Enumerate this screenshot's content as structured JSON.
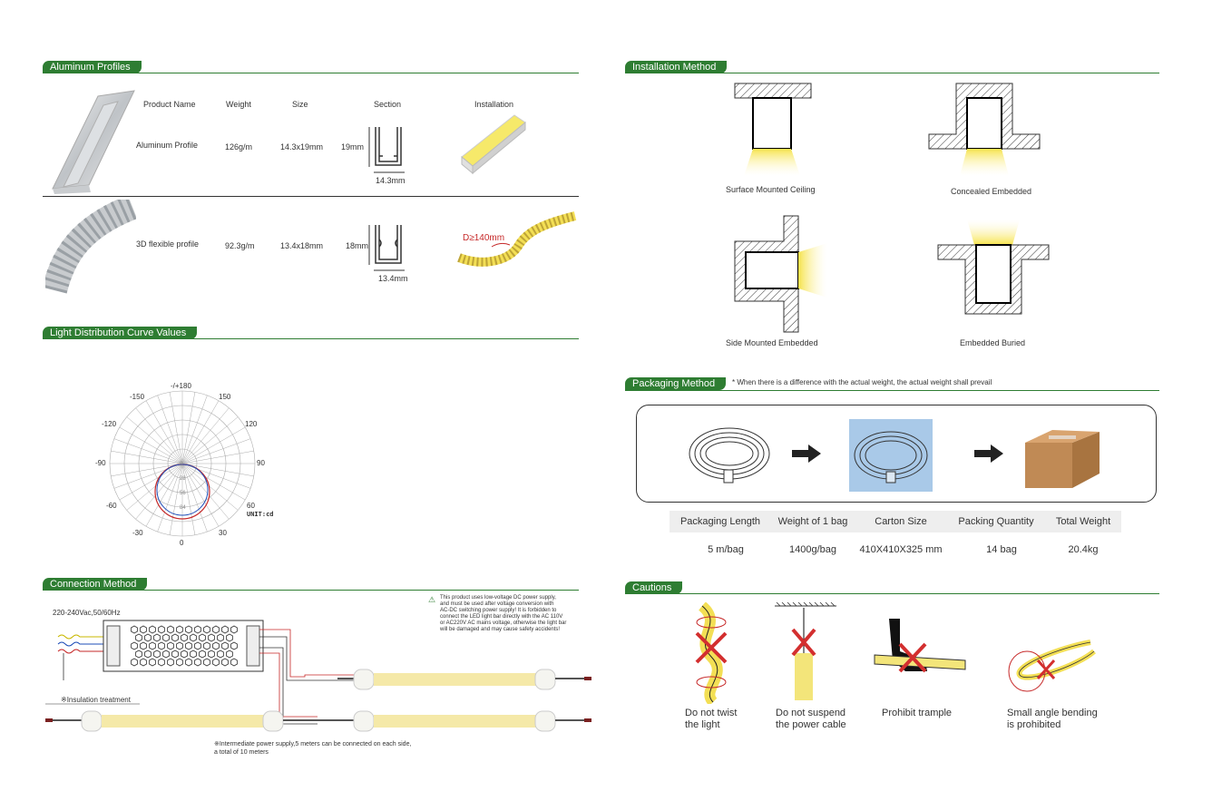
{
  "colors": {
    "accent": "#2e7d32",
    "led_yellow": "#f5e9a8",
    "warning_red": "#d32f2f"
  },
  "aluminum": {
    "title": "Aluminum Profiles",
    "headers": [
      "Product Name",
      "Weight",
      "Size",
      "Section",
      "Installation"
    ],
    "rows": [
      {
        "name": "Aluminum Profile",
        "weight": "126g/m",
        "size": "14.3x19mm",
        "height": "19mm",
        "width": "14.3mm"
      },
      {
        "name": "3D flexible profile",
        "weight": "92.3g/m",
        "size": "13.4x18mm",
        "height": "18mm",
        "width": "13.4mm",
        "bend": "D≥140mm"
      }
    ]
  },
  "light": {
    "title": "Light Distribution Curve Values",
    "angles": [
      "-/+180",
      "150",
      "-150",
      "120",
      "-120",
      "90",
      "-90",
      "60",
      "-60",
      "30",
      "-30",
      "0"
    ],
    "unit": "UNIT:cd",
    "rings": [
      "0",
      "28",
      "56",
      "84"
    ]
  },
  "connection": {
    "title": "Connection Method",
    "voltage": "220-240Vac,50/60Hz",
    "warning": [
      "This product uses low-voltage DC power supply,",
      "and must be used after voltage conversion with",
      "AC-DC switching power supply! It is forbidden to",
      "connect the LED light bar directly with the AC 110V",
      "or AC220V AC mains voltage, otherwise the light bar",
      "will be damaged and may cause safety accidents!"
    ],
    "insulation": "※Insulation treatment",
    "note": [
      "※Intermediate power supply,5 meters can be connected on each side,",
      "a total of 10 meters"
    ]
  },
  "installation": {
    "title": "Installation Method",
    "methods": [
      "Surface Mounted Ceiling",
      "Concealed Embedded",
      "Side Mounted Embedded",
      "Embedded Buried"
    ]
  },
  "packaging": {
    "title": "Packaging Method",
    "note": "* When there is a difference with the actual weight, the actual weight shall prevail",
    "headers": [
      "Packaging Length",
      "Weight of 1 bag",
      "Carton Size",
      "Packing Quantity",
      "Total Weight"
    ],
    "values": [
      "5 m/bag",
      "1400g/bag",
      "410X410X325 mm",
      "14 bag",
      "20.4kg"
    ]
  },
  "cautions": {
    "title": "Cautions",
    "items": [
      {
        "l1": "Do not twist",
        "l2": "the light"
      },
      {
        "l1": "Do not suspend",
        "l2": "the power cable"
      },
      {
        "l1": "Prohibit trample",
        "l2": ""
      },
      {
        "l1": "Small angle bending",
        "l2": "is prohibited"
      }
    ]
  }
}
